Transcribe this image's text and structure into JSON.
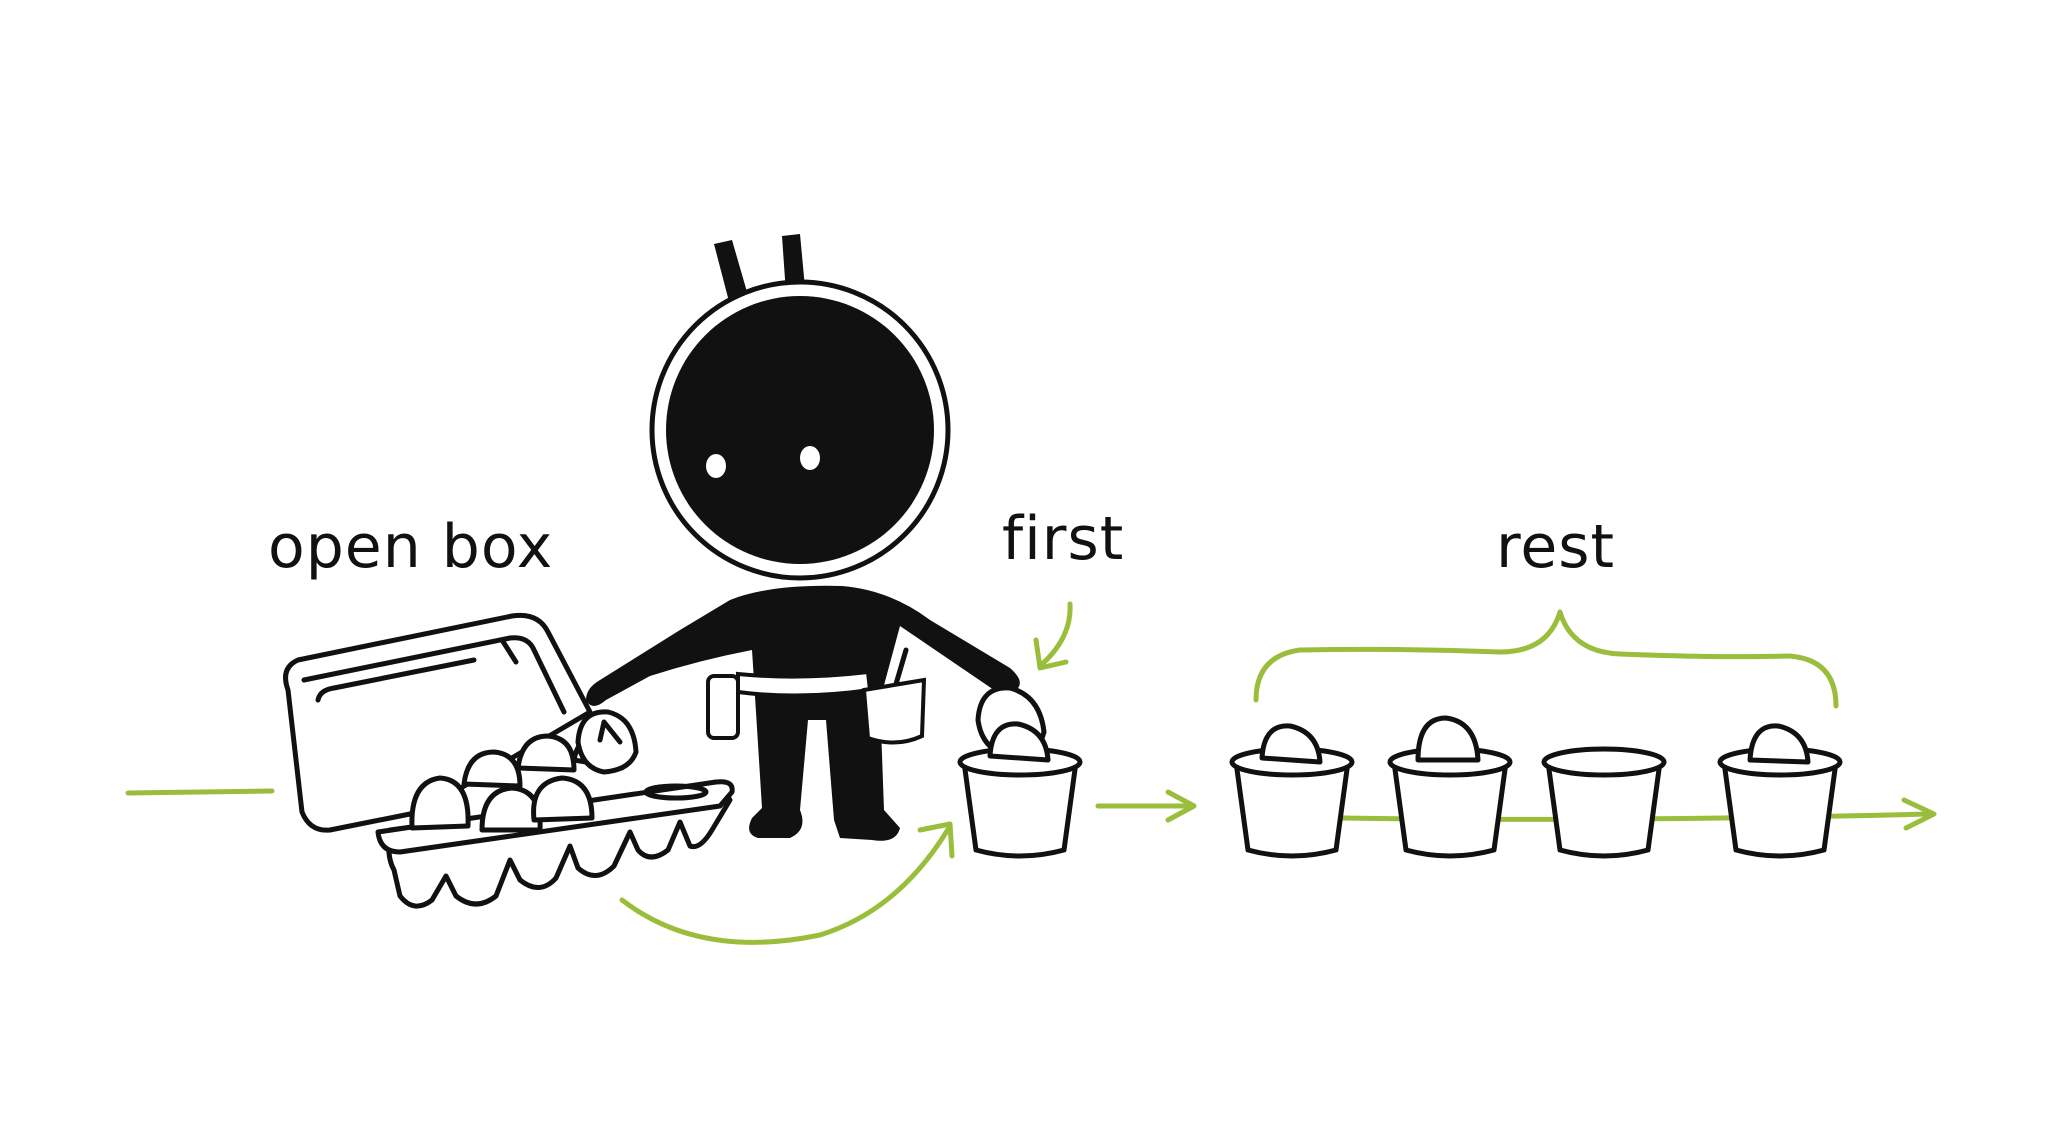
{
  "labels": {
    "open_box": "open box",
    "first": "first",
    "rest": "rest"
  },
  "colors": {
    "accent_green": "#9bbd3c",
    "ink": "#111111",
    "background": "#ffffff"
  },
  "icons": [
    "egg-carton-icon",
    "robot-character-icon",
    "bucket-icon",
    "egg-icon",
    "arrow-icon",
    "curly-brace-icon"
  ],
  "buckets": [
    {
      "role": "first",
      "has_egg": true
    },
    {
      "role": "rest",
      "has_egg": true
    },
    {
      "role": "rest",
      "has_egg": true
    },
    {
      "role": "rest",
      "has_egg": false
    },
    {
      "role": "rest",
      "has_egg": true
    }
  ]
}
